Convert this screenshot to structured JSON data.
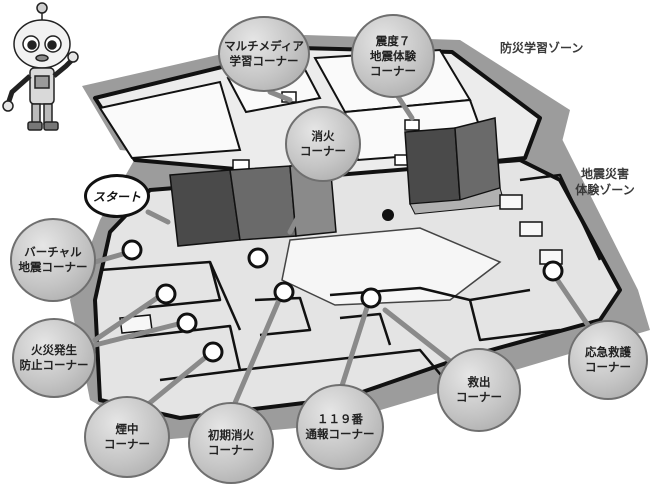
{
  "zones": {
    "disaster_study": "防災学習ゾーン",
    "disaster_experience_line1": "地震災害",
    "disaster_experience_line2": "体験ゾーン"
  },
  "start": {
    "label": "スタート"
  },
  "corners": [
    {
      "id": "multimedia",
      "lines": [
        "マルチメディア",
        "学習コーナー"
      ]
    },
    {
      "id": "quake7",
      "lines": [
        "震度７",
        "地震体験",
        "コーナー"
      ]
    },
    {
      "id": "fire-extinguish",
      "lines": [
        "消火",
        "コーナー"
      ]
    },
    {
      "id": "virtual-quake",
      "lines": [
        "バーチャル",
        "地震コーナー"
      ]
    },
    {
      "id": "fire-prevention",
      "lines": [
        "火災発生",
        "防止コーナー"
      ]
    },
    {
      "id": "smoke",
      "lines": [
        "煙中",
        "コーナー"
      ]
    },
    {
      "id": "initial-fire",
      "lines": [
        "初期消火",
        "コーナー"
      ]
    },
    {
      "id": "emergency-119",
      "lines": [
        "１１９番",
        "通報コーナー"
      ]
    },
    {
      "id": "rescue",
      "lines": [
        "救出",
        "コーナー"
      ]
    },
    {
      "id": "first-aid",
      "lines": [
        "応急救護",
        "コーナー"
      ]
    }
  ],
  "colors": {
    "zone_fill": "#9c9c9c",
    "floor_fill": "#e9e9e9",
    "wall": "#111111",
    "bubble_border": "#6f6f6f",
    "marker_fill": "#ffffff"
  }
}
